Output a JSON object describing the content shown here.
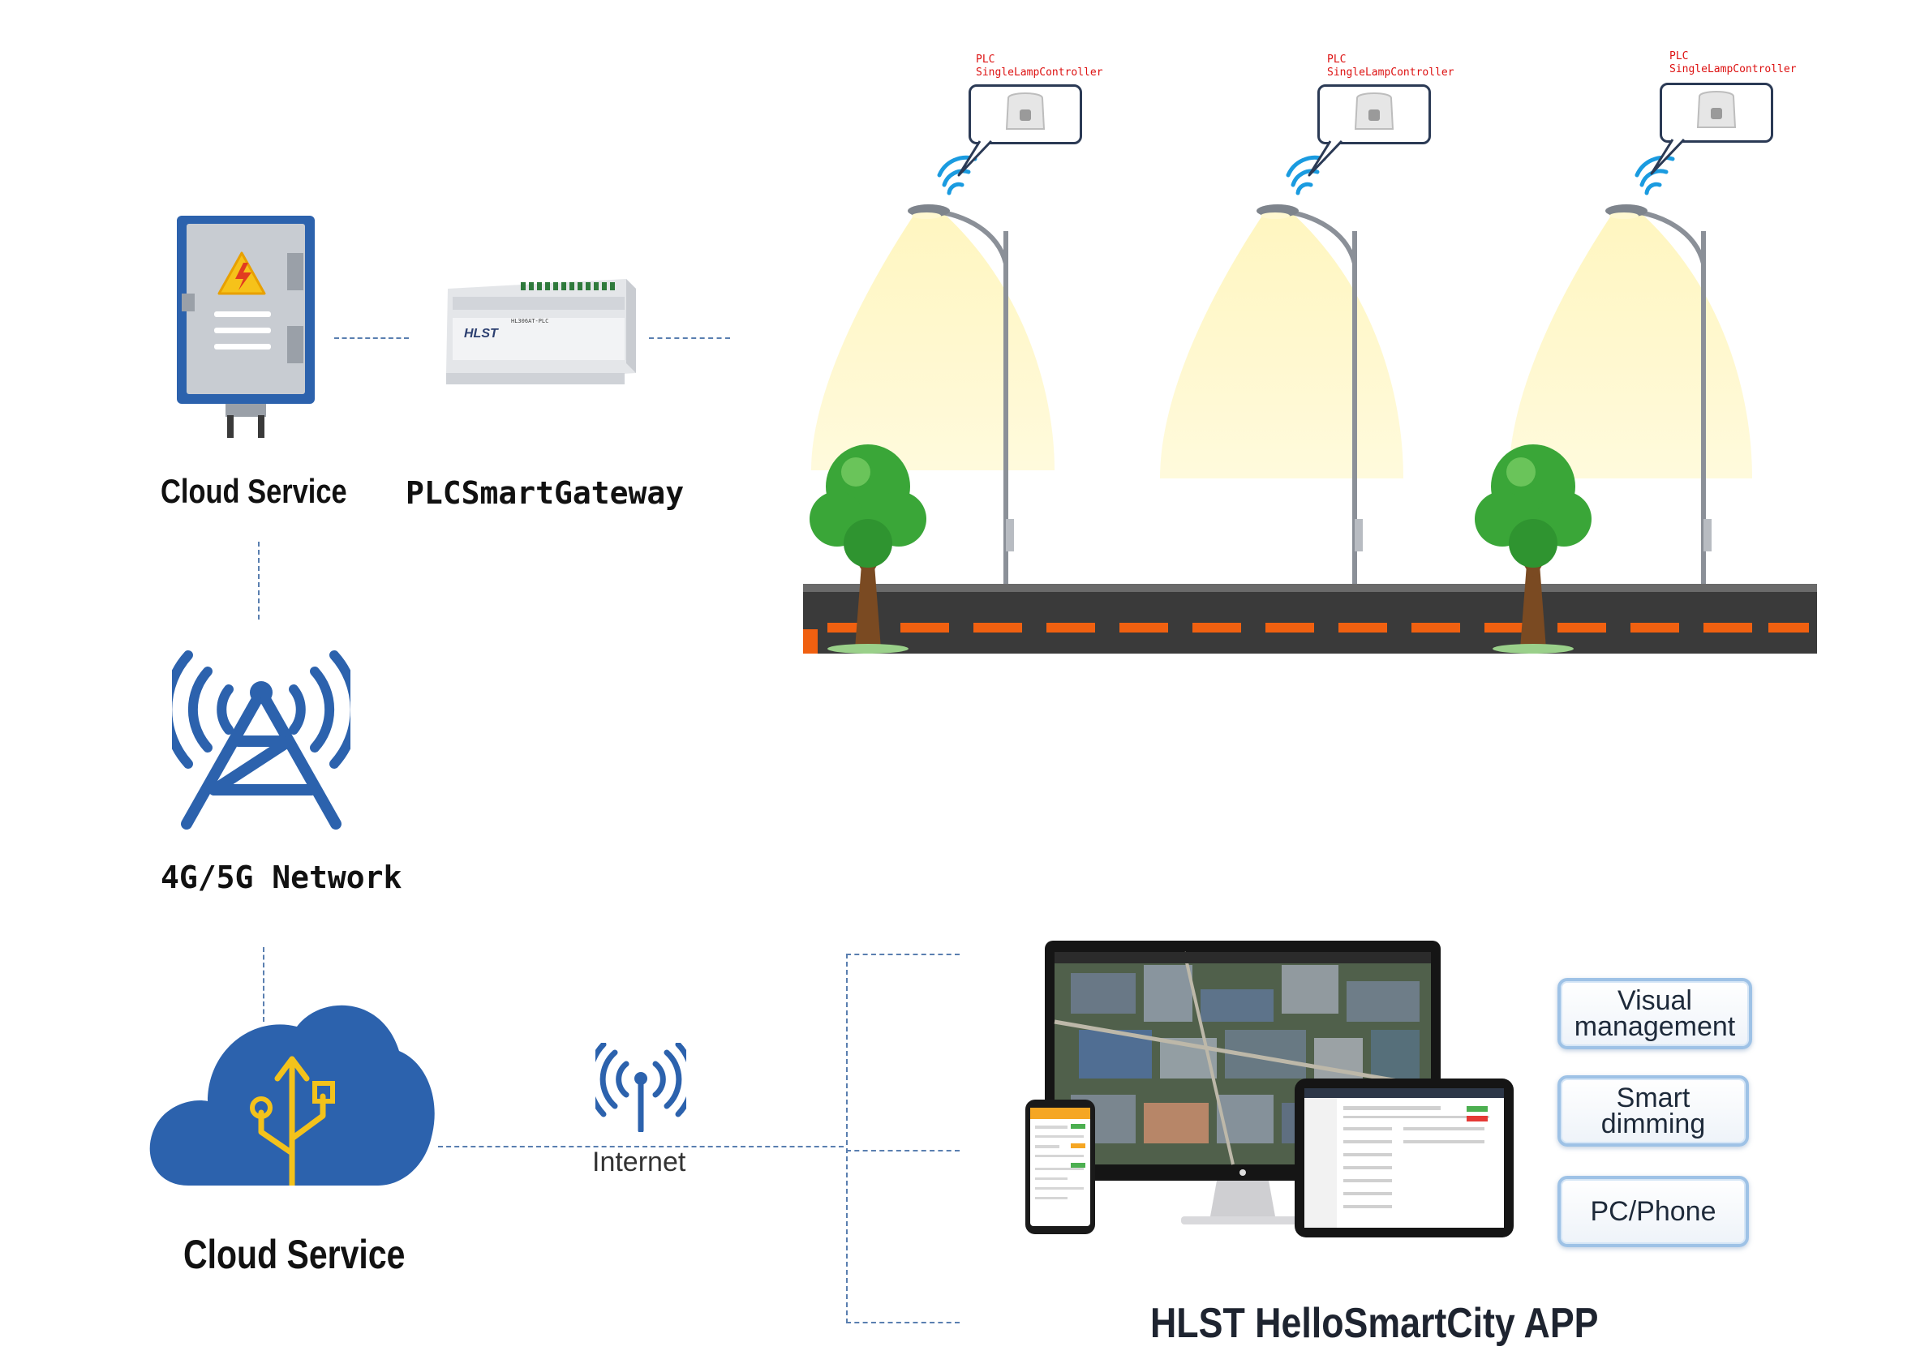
{
  "labels": {
    "cabinet": "Cloud Service",
    "gateway": "PLCSmartGateway",
    "network": "4G/5G Network",
    "cloud": "Cloud Service",
    "internet": "Internet",
    "app": "HLST HelloSmartCity APP"
  },
  "lamp_callouts": [
    {
      "line1": "PLC",
      "line2": "SingleLampController"
    },
    {
      "line1": "PLC",
      "line2": "SingleLampController"
    },
    {
      "line1": "PLC",
      "line2": "SingleLampController"
    }
  ],
  "gateway_device": {
    "brand": "HLST",
    "model": "HL306AT-PLC"
  },
  "features": [
    {
      "label": "Visual management"
    },
    {
      "label": "Smart dimming"
    },
    {
      "label": "PC/Phone"
    }
  ],
  "colors": {
    "brand_blue": "#2c62ad",
    "dash_blue": "#5a7fb0",
    "road": "#3a3a3a",
    "road_marking": "#f06010",
    "light_glow": "#fff6c0",
    "tree_green": "#3aa638",
    "cloud_blue": "#2c62ad",
    "cloud_icon": "#f3c21b"
  }
}
